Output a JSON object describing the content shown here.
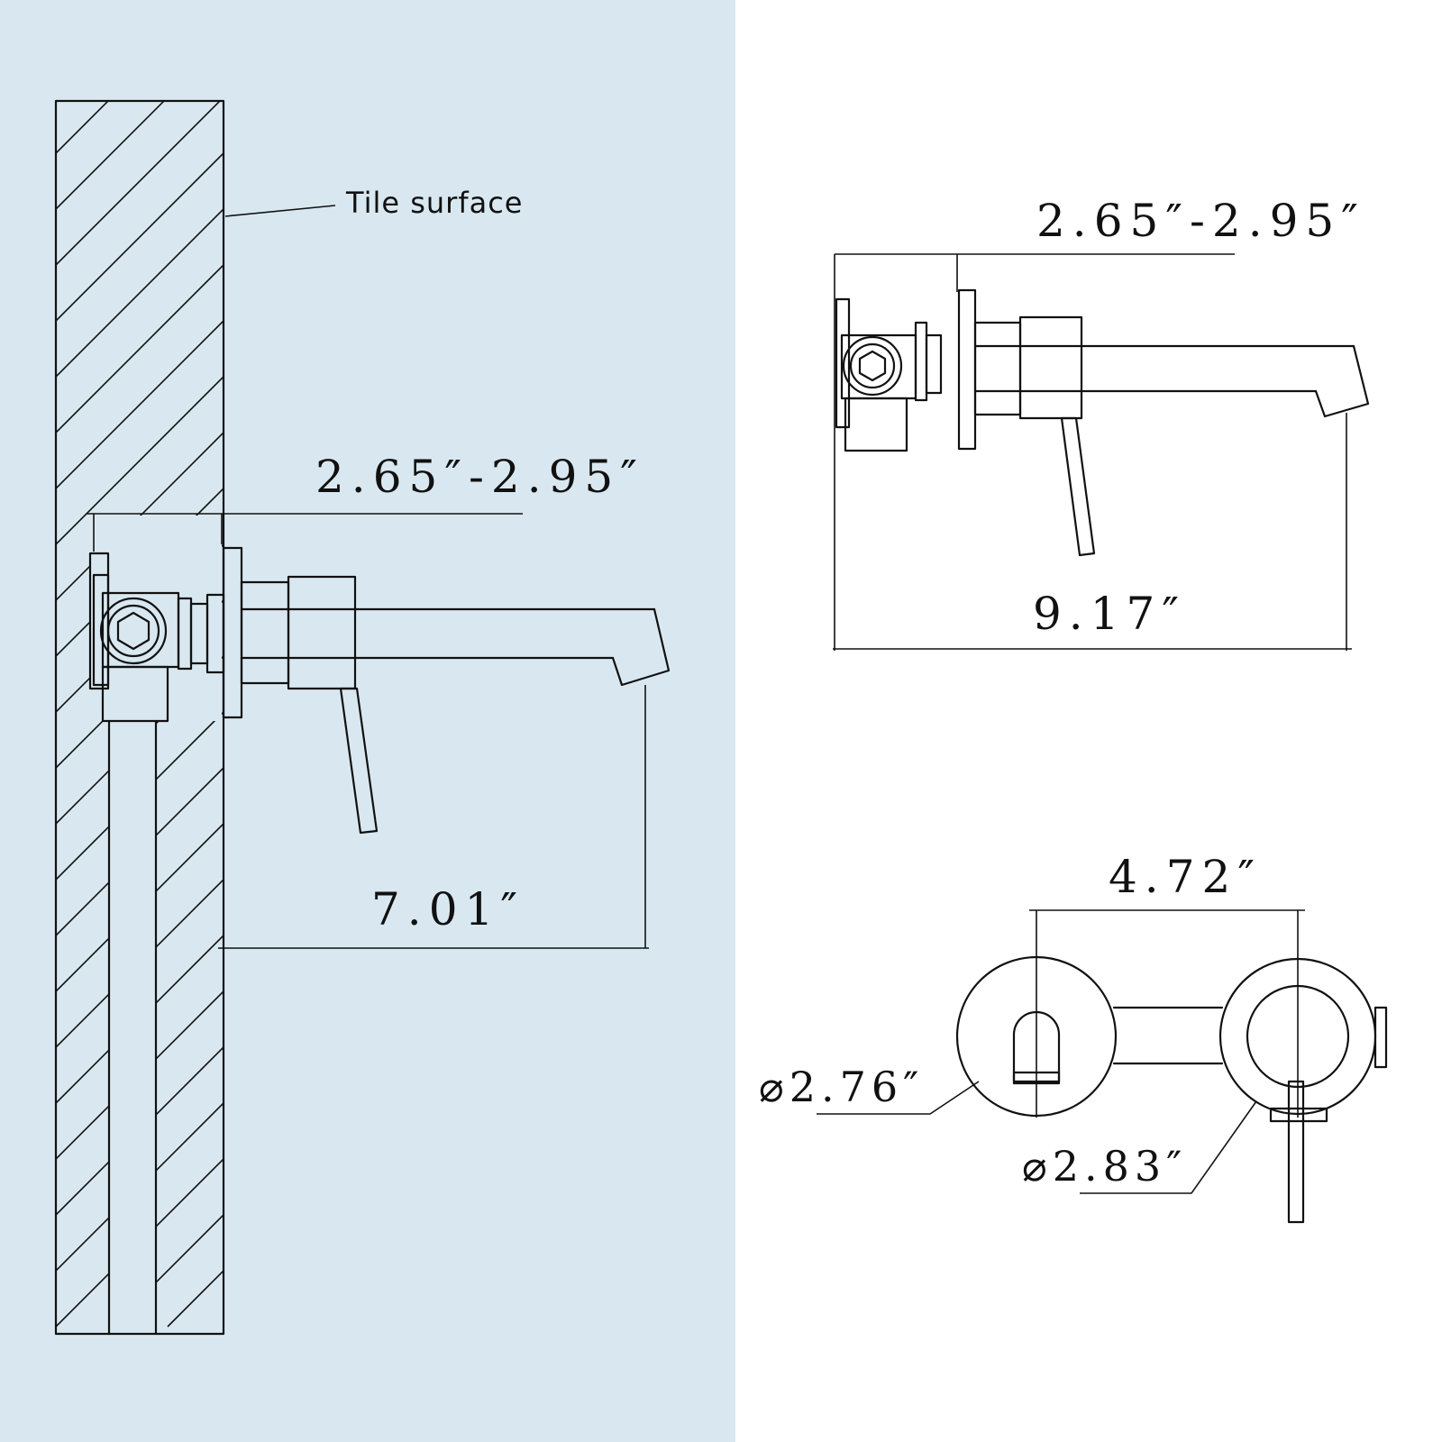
{
  "colors": {
    "left_panel_bg": "#d9e8f0",
    "right_panel_bg": "#ffffff",
    "line": "#111111"
  },
  "left_view": {
    "tile_surface_label": "Tile surface",
    "valve_depth_dim": "2.65″-2.95″",
    "spout_reach_dim": "7.01″"
  },
  "top_right_view": {
    "valve_depth_dim": "2.65″-2.95″",
    "total_length_dim": "9.17″"
  },
  "bottom_right_view": {
    "center_spacing_dim": "4.72″",
    "spout_plate_diameter": "⌀2.76″",
    "handle_plate_diameter": "⌀2.83″"
  }
}
